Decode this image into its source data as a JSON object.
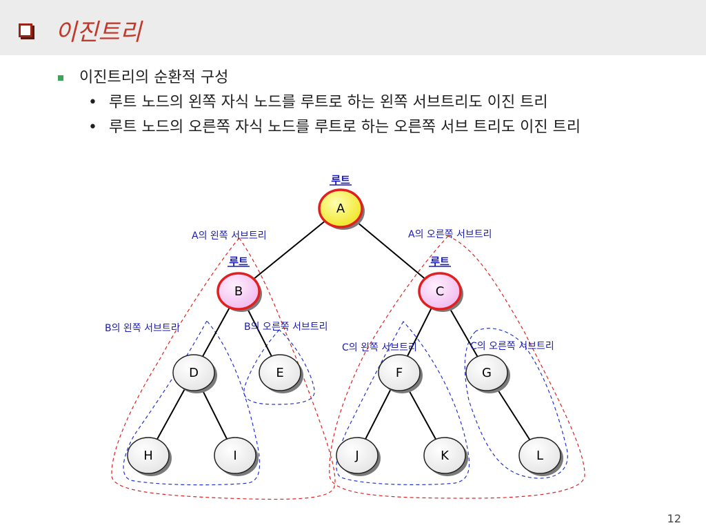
{
  "title": "이진트리",
  "bullets": {
    "main": "이진트리의 순환적 구성",
    "sub": [
      "루트 노드의 왼쪽 자식 노드를 루트로 하는 왼쪽 서브트리도 이진 트리",
      "루트 노드의 오른쪽 자식 노드를 루트로 하는 오른쪽 서브 트리도 이진 트리"
    ],
    "sub_marker": "•"
  },
  "diagram": {
    "root_tag": "루트",
    "nodes": [
      "A",
      "B",
      "C",
      "D",
      "E",
      "F",
      "G",
      "H",
      "I",
      "J",
      "K",
      "L"
    ],
    "edges": [
      [
        "A",
        "B"
      ],
      [
        "A",
        "C"
      ],
      [
        "B",
        "D"
      ],
      [
        "B",
        "E"
      ],
      [
        "C",
        "F"
      ],
      [
        "C",
        "G"
      ],
      [
        "D",
        "H"
      ],
      [
        "D",
        "I"
      ],
      [
        "F",
        "J"
      ],
      [
        "F",
        "K"
      ],
      [
        "G",
        "L"
      ]
    ],
    "subtree_labels": {
      "a_left": "A의 왼쪽 서브트리",
      "a_right": "A의 오른쪽 서브트리",
      "b_left": "B의 왼쪽 서브트리",
      "b_right": "B의 오른쪽 서브트리",
      "c_left": "C의 왼쪽 서브트리",
      "c_right": "C의 오른쪽 서브트리"
    },
    "colors": {
      "root_fill": "#f5f03a",
      "level1_fill": "#f7cdf5",
      "leaf_fill": "#f2f2f2",
      "highlight_border": "#e02020",
      "label_color": "#1a1ab8",
      "red_dash": "#e02020",
      "blue_dash": "#2233cc"
    }
  },
  "page_number": "12"
}
